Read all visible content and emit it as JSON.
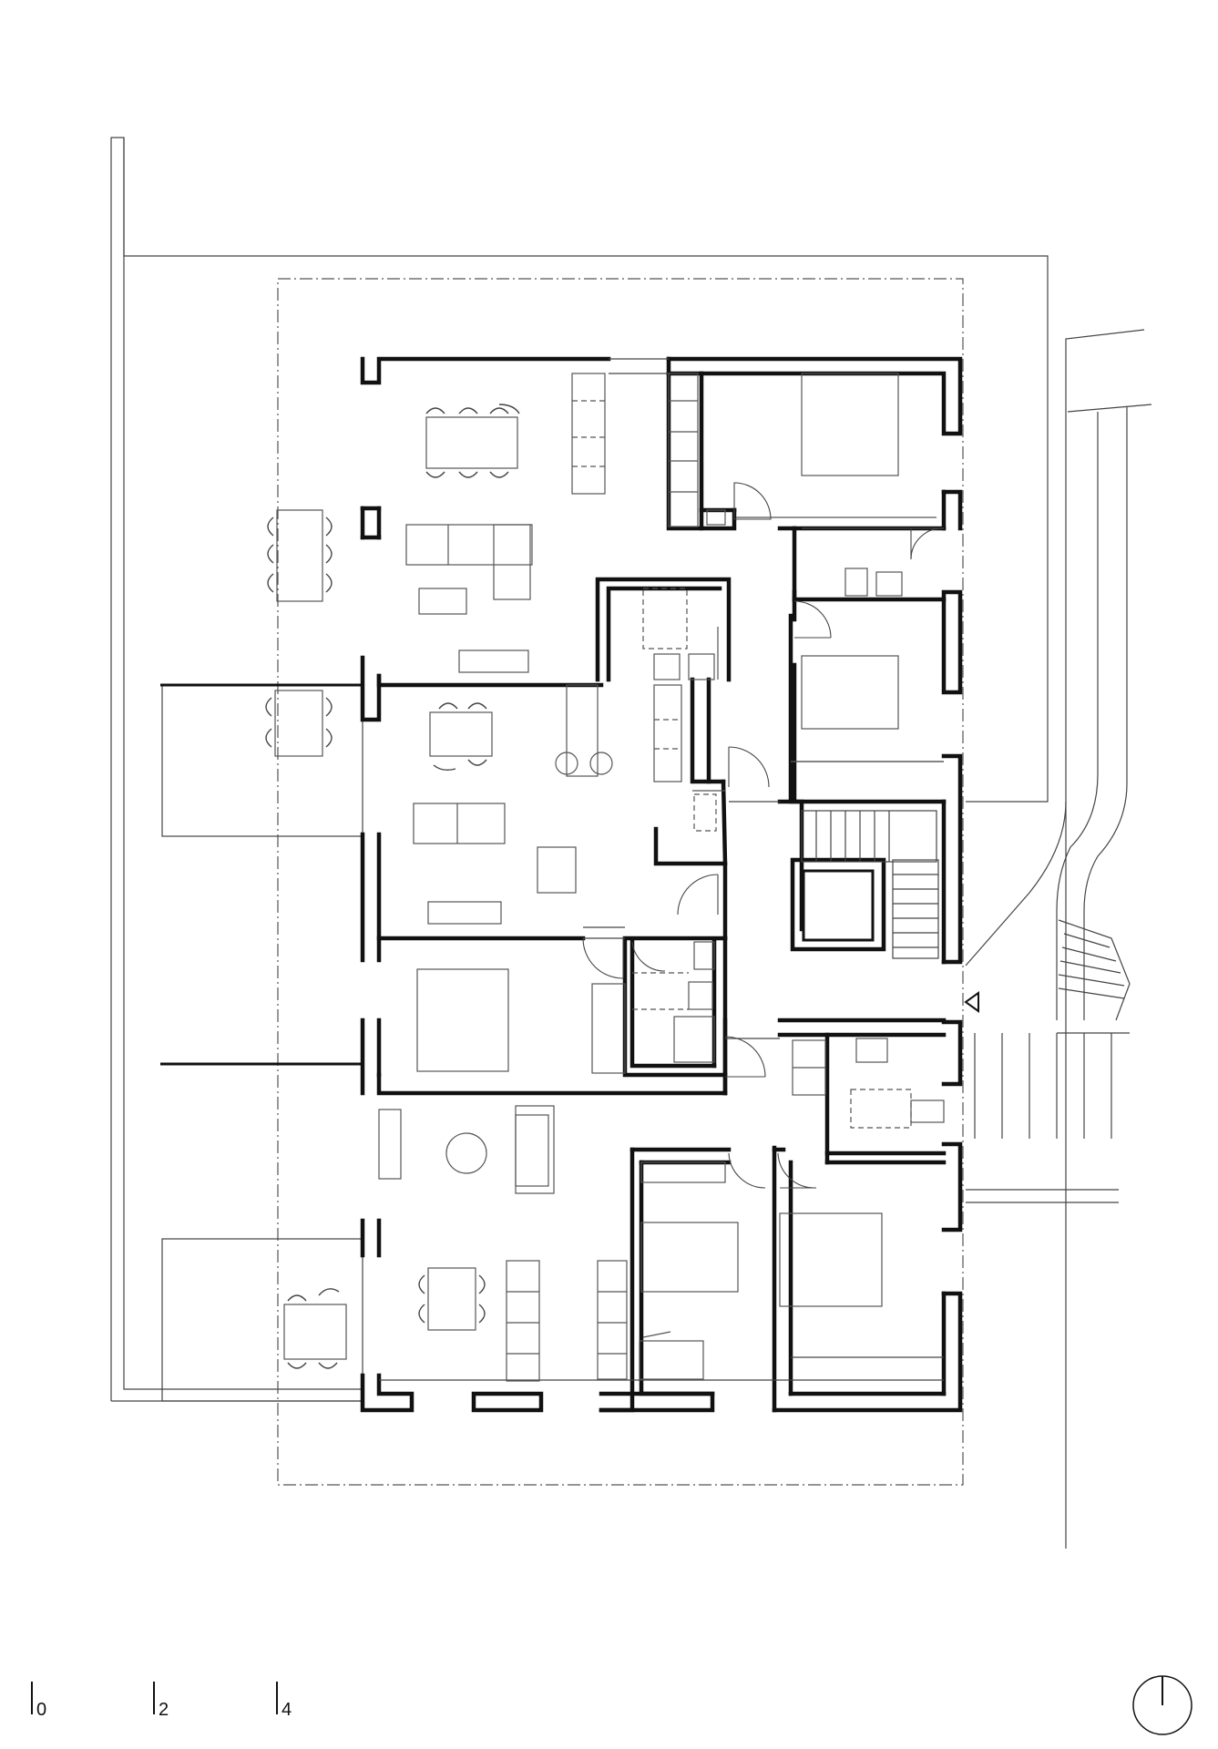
{
  "scale": {
    "ticks": [
      "0",
      "2",
      "4"
    ]
  },
  "entrance_marker": "triangle-icon",
  "north_symbol": "north-arrow-icon"
}
